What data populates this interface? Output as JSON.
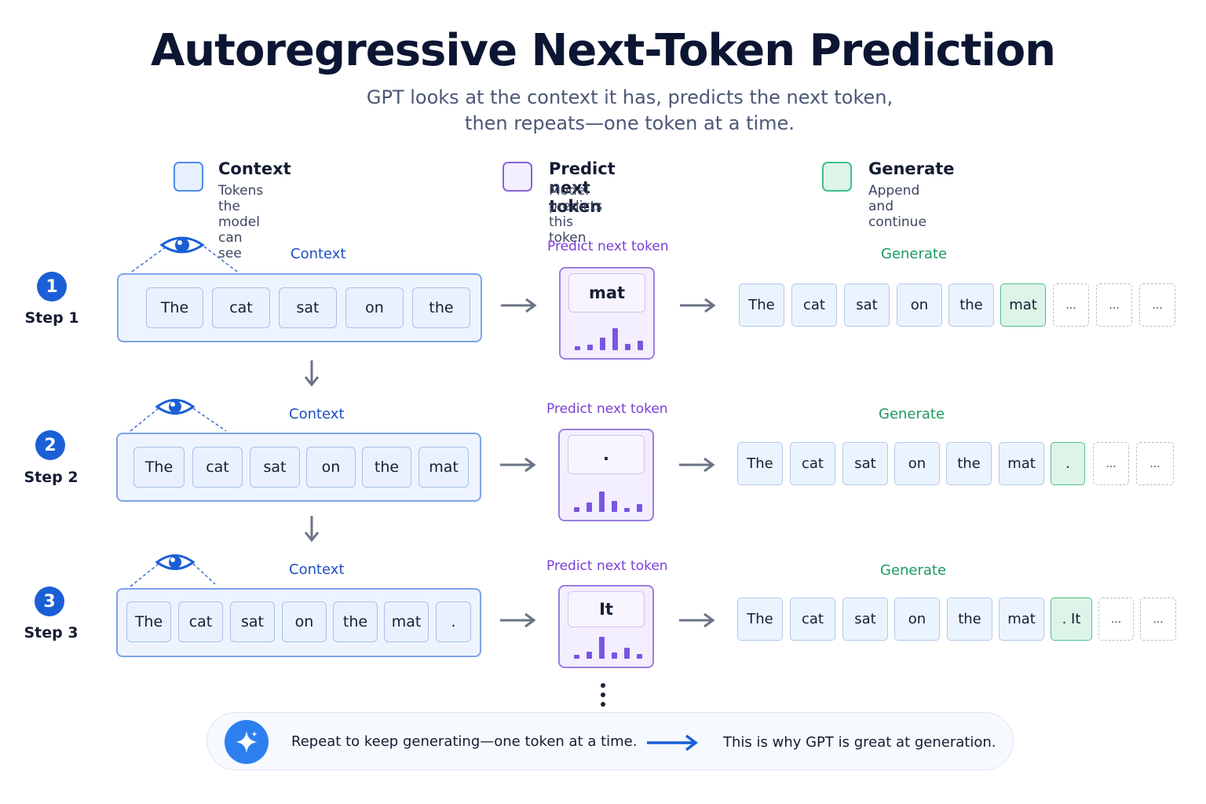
{
  "title": "Autoregressive Next-Token Prediction",
  "subtitle_lines": [
    "GPT looks at the context it has, predicts the next token,",
    "then repeats—one token at a time."
  ],
  "legend": [
    {
      "title": "Context",
      "desc": "Tokens the model can see",
      "color": "#e7f0ff",
      "border": "#4f8ce8"
    },
    {
      "title": "Predict next token",
      "desc": "Model predicts this token",
      "color": "#f3efff",
      "border": "#8b63db"
    },
    {
      "title": "Generate",
      "desc": "Append and continue",
      "color": "#dcf5e8",
      "border": "#3fbf86"
    }
  ],
  "labels": {
    "context": "Context",
    "predict": "Predict next token",
    "generate": "Generate"
  },
  "steps": [
    {
      "number": "1",
      "label": "Step 1",
      "context": [
        "The",
        "cat",
        "sat",
        "on",
        "the"
      ],
      "prediction": "mat",
      "output": [
        "The",
        "cat",
        "sat",
        "on",
        "the"
      ],
      "generated": "mat",
      "empty": [
        "...",
        "...",
        "..."
      ]
    },
    {
      "number": "2",
      "label": "Step 2",
      "context": [
        "The",
        "cat",
        "sat",
        "on",
        "the",
        "mat"
      ],
      "prediction": ".",
      "output": [
        "The",
        "cat",
        "sat",
        "on",
        "the",
        "mat"
      ],
      "generated": ".",
      "empty": [
        "...",
        "..."
      ]
    },
    {
      "number": "3",
      "label": "Step 3",
      "context": [
        "The",
        "cat",
        "sat",
        "on",
        "the",
        "mat",
        "."
      ],
      "prediction": "It",
      "output": [
        "The",
        "cat",
        "sat",
        "on",
        "the",
        "mat"
      ],
      "generated": ". It",
      "empty": [
        "...",
        "..."
      ]
    }
  ],
  "footer": {
    "left_text": "Repeat to keep generating—one token at a time.",
    "right_text": "This is why GPT is great at generation."
  },
  "colors": {
    "accent_blue": "#1a5fd6",
    "purple": "#7b55e0",
    "green": "#1c9a5e"
  }
}
